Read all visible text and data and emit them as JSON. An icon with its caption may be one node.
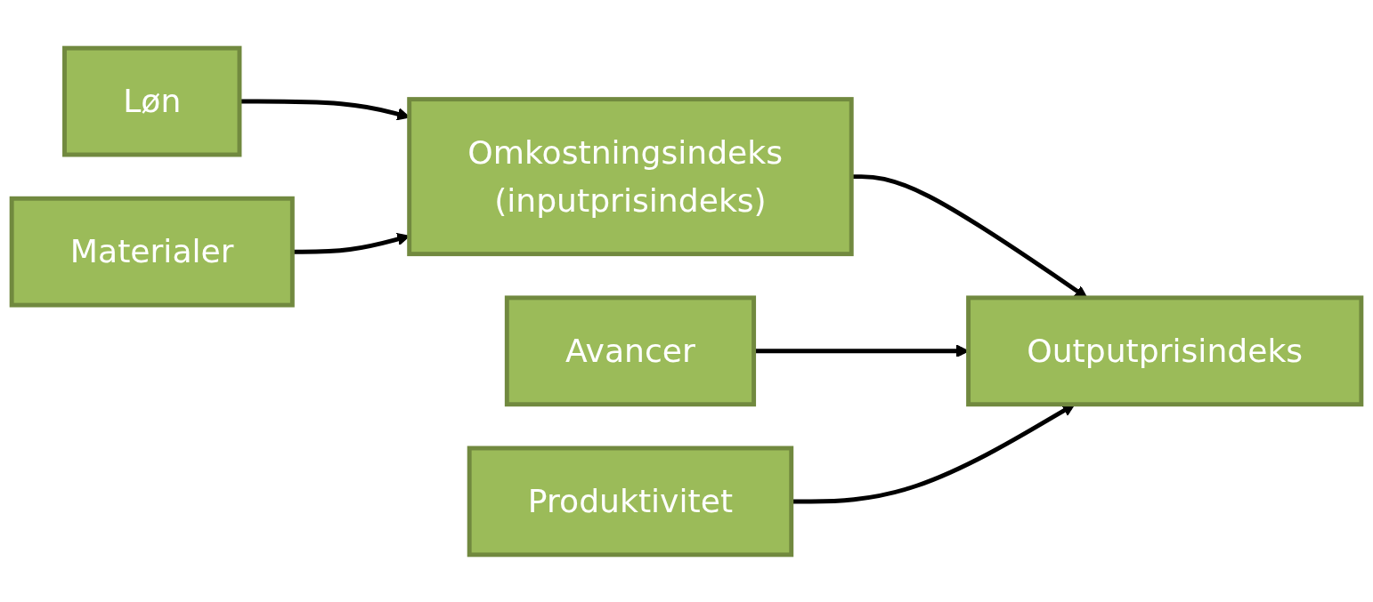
{
  "diagram": {
    "nodes": [
      {
        "text": [
          "Løn"
        ]
      },
      {
        "text": [
          "Materialer"
        ]
      },
      {
        "text": [
          "Avancer"
        ]
      },
      {
        "text": [
          "Produktivitet"
        ]
      },
      {
        "text": [
          "Omkostningsindeks (inputprisindeks)"
        ]
      },
      {
        "text": [
          "Outputprisindeks"
        ]
      }
    ],
    "edges": [
      {
        "from": 0,
        "to": 4,
        "arrow": "to"
      },
      {
        "from": 1,
        "to": 4,
        "arrow": "to"
      },
      {
        "from": 4,
        "to": 5,
        "arrow": "to"
      },
      {
        "from": 2,
        "to": 5,
        "arrow": "to"
      },
      {
        "from": 3,
        "to": 5,
        "arrow": "to"
      }
    ]
  }
}
